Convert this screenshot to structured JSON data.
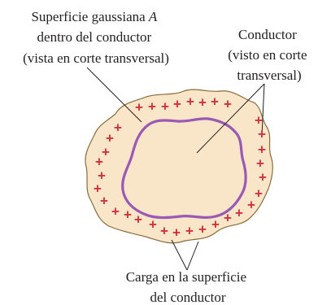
{
  "labels": {
    "gaussian_surface": {
      "line1": "Superficie gaussiana ",
      "line1_italic": "A",
      "line2": "dentro del conductor",
      "line3": "(vista en corte transversal)"
    },
    "conductor": {
      "line1": "Conductor",
      "line2": "(visto en corte",
      "line3": "transversal)"
    },
    "surface_charge": {
      "line1": "Carga en la superficie",
      "line2": "del conductor"
    }
  },
  "charge_symbol": "+",
  "colors": {
    "conductor_fill": "#f9e6c8",
    "conductor_outline": "#8a6b3c",
    "gaussian_surface": "#9a59b5",
    "charge": "#d0323b",
    "leader_line": "#231f20"
  }
}
